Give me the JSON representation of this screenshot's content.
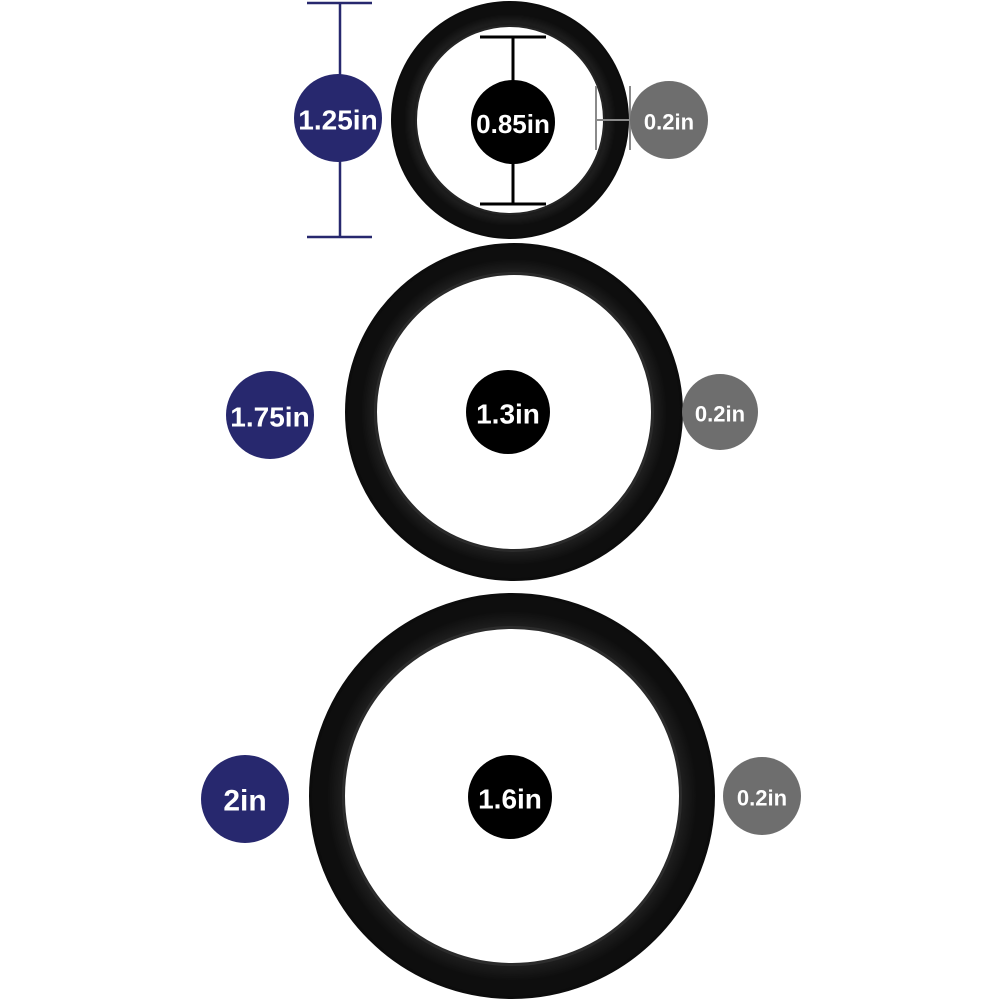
{
  "colors": {
    "ring": "#111111",
    "ring_highlight": "#3a3a3a",
    "outer_badge": "#27286e",
    "inner_badge": "#000000",
    "thickness_badge": "#6e6e6e",
    "dimension_line": "#27286e",
    "thickness_line": "#8a8a8a",
    "inner_line": "#000000",
    "text": "#ffffff",
    "background": "#ffffff"
  },
  "rings": [
    {
      "outer_diameter": 1.25,
      "inner_diameter": 0.85,
      "thickness": 0.2,
      "outer_label": "1.25in",
      "inner_label": "0.85in",
      "thickness_label": "0.2in"
    },
    {
      "outer_diameter": 1.75,
      "inner_diameter": 1.3,
      "thickness": 0.2,
      "outer_label": "1.75in",
      "inner_label": "1.3in",
      "thickness_label": "0.2in"
    },
    {
      "outer_diameter": 2,
      "inner_diameter": 1.6,
      "thickness": 0.2,
      "outer_label": "2in",
      "inner_label": "1.6in",
      "thickness_label": "0.2in"
    }
  ]
}
